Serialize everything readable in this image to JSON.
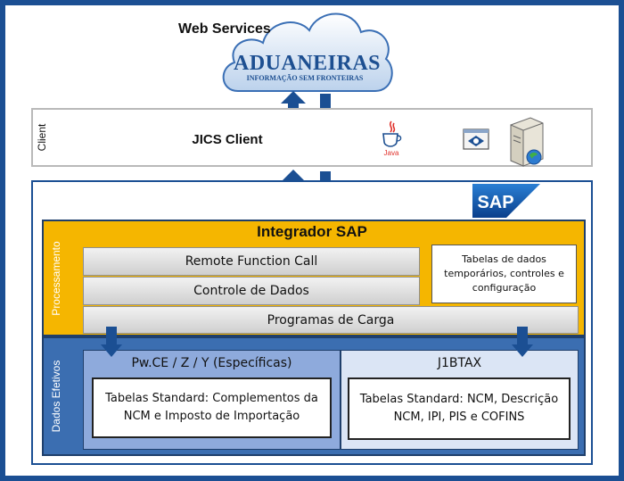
{
  "cloud": {
    "title": "Web Services",
    "logo_name": "ADUANEIRAS",
    "logo_tagline": "INFORMAÇÃO SEM FRONTEIRAS"
  },
  "client": {
    "side_label": "Client",
    "title": "JICS Client",
    "java_label": "Java"
  },
  "sap": {
    "logo_text": "SAP",
    "processamento": {
      "side_label": "Processamento",
      "title": "Integrador SAP",
      "rfc": "Remote Function Call",
      "controle": "Controle de Dados",
      "programas": "Programas de Carga",
      "temp_tables": "Tabelas de dados temporários, controles e configuração"
    },
    "dados": {
      "side_label": "Dados Efetivos",
      "pw_header": "Pw.CE / Z / Y (Específicas)",
      "pw_box": "Tabelas Standard: Complementos da NCM e Imposto de Importação",
      "j1_header": "J1BTAX",
      "j1_box": "Tabelas Standard: NCM, Descrição NCM, IPI, PIS e COFINS"
    }
  },
  "colors": {
    "frame": "#1b4f93",
    "processamento": "#f5b600",
    "dados": "#3b6eb1",
    "arrow": "#1b4f93"
  }
}
